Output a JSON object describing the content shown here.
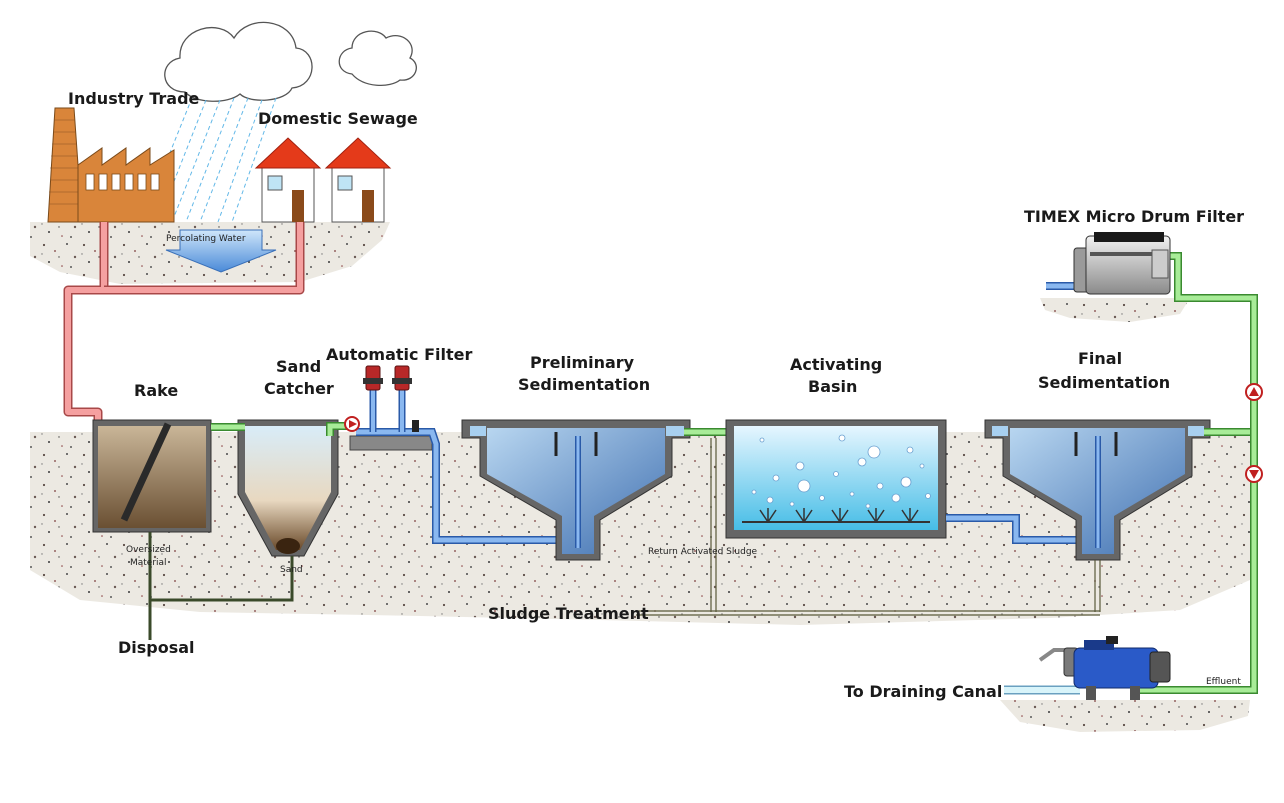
{
  "labels": {
    "industry": "Industry Trade",
    "domestic": "Domestic Sewage",
    "percolating": "Percolating Water",
    "timex": "TIMEX Micro Drum Filter",
    "rake": "Rake",
    "sand_catcher_1": "Sand",
    "sand_catcher_2": "Catcher",
    "automatic_filter": "Automatic Filter",
    "prelim_1": "Preliminary",
    "prelim_2": "Sedimentation",
    "activating_1": "Activating",
    "activating_2": "Basin",
    "final_1": "Final",
    "final_2": "Sedimentation",
    "oversized_1": "Oversized",
    "oversized_2": "Material",
    "sand": "Sand",
    "return_sludge": "Return Activated Sludge",
    "sludge_treatment": "Sludge Treatment",
    "disposal": "Disposal",
    "to_draining": "To Draining Canal",
    "effluent": "Effluent"
  },
  "colors": {
    "ground": "#ebe8e0",
    "sewage_pipe": "#ee7f80",
    "water_pipe": "#7aa5e8",
    "clean_pipe": "#8fe07f",
    "factory": "#d9853a",
    "roof": "#e43a1a",
    "water": "#4a8bd6"
  }
}
